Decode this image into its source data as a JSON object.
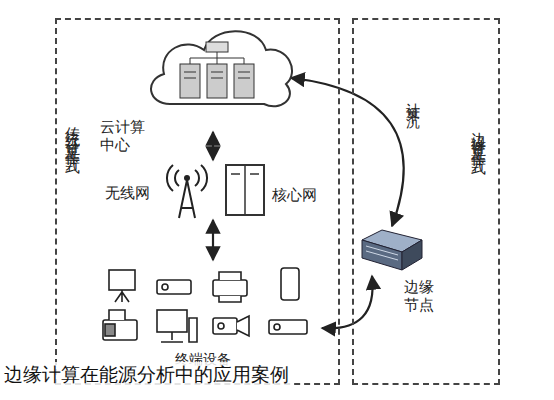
{
  "diagram": {
    "caption": "边缘计算在能源分析中的应用案例",
    "nodes": [
      {
        "text": [
          "传统云计算工作方式"
        ]
      },
      {
        "text": [
          "云计算中心"
        ],
        "in": 0
      },
      {
        "text": [
          "无线网"
        ],
        "in": 0
      },
      {
        "text": [
          "核心网"
        ],
        "in": 0
      },
      {
        "text": [
          "终端设备"
        ],
        "in": 0
      },
      {
        "text": [
          "边缘计算工作方式"
        ]
      },
      {
        "text": [
          "边缘节点"
        ],
        "in": 5
      }
    ],
    "edges": [
      {
        "from": 1,
        "to": 2,
        "arrow": "both"
      },
      {
        "from": 2,
        "to": 4,
        "arrow": "both"
      },
      {
        "from": 1,
        "to": 6,
        "label": "计算下沉",
        "arrow": "both"
      },
      {
        "from": 6,
        "to": 4,
        "arrow": "both"
      }
    ]
  }
}
